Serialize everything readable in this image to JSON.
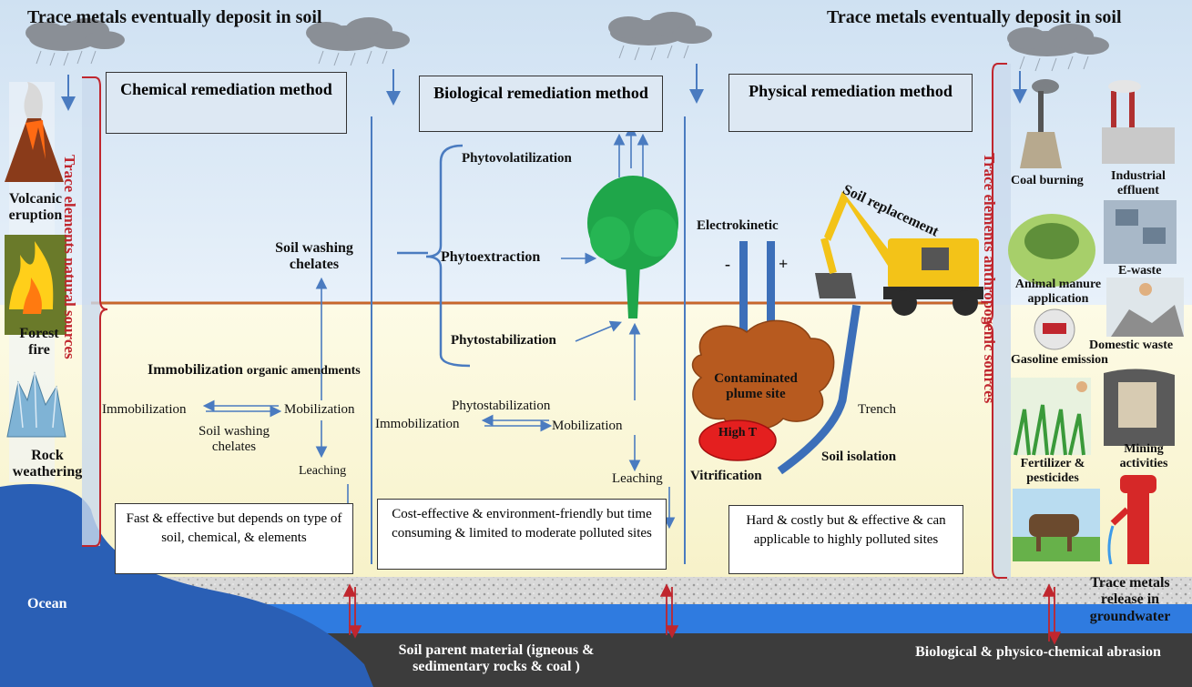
{
  "top": {
    "left_title": "Trace metals eventually deposit in soil",
    "right_title": "Trace metals eventually deposit in soil"
  },
  "methods": {
    "chemical": "Chemical remediation method",
    "biological": "Biological remediation method",
    "physical": "Physical remediation method"
  },
  "natural": {
    "side_label": "Trace elements natural sources",
    "volcanic": "Volcanic eruption",
    "forest": "Forest fire",
    "rock": "Rock weathering"
  },
  "anthropogenic": {
    "side_label": "Trace elements anthropogenic sources",
    "coal": "Coal burning",
    "industrial": "Industrial effluent",
    "manure": "Animal manure application",
    "ewaste": "E-waste",
    "gasoline": "Gasoline emission",
    "domestic": "Domestic waste",
    "fertilizer": "Fertilizer & pesticides",
    "mining": "Mining activities",
    "groundwater": "Trace metals release in groundwater"
  },
  "chemical": {
    "soil_washing_top": "Soil washing chelates",
    "immobilization_title": "Immobilization",
    "organic_amendments": "organic amendments",
    "immobilization": "Immobilization",
    "mobilization": "Mobilization",
    "soil_washing_bottom": "Soil washing chelates",
    "leaching": "Leaching",
    "note": "Fast & effective but depends on type of soil, chemical, & elements"
  },
  "biological": {
    "phytovolatilization": "Phytovolatilization",
    "phytoextraction": "Phytoextraction",
    "phytostabilization": "Phytostabilization",
    "phytostabilization_low": "Phytostabilization",
    "immobilization": "Immobilization",
    "mobilization": "Mobilization",
    "leaching": "Leaching",
    "note": "Cost-effective & environment-friendly but time consuming & limited to moderate polluted sites"
  },
  "physical": {
    "electrokinetic": "Electrokinetic",
    "minus": "-",
    "plus": "+",
    "soil_replacement": "Soil replacement",
    "plume": "Contaminated plume site",
    "high_t": "High T",
    "trench": "Trench",
    "soil_isolation": "Soil isolation",
    "vitrification": "Vitrification",
    "note": "Hard & costly but & effective & can applicable to highly polluted sites"
  },
  "bottom": {
    "ocean": "Ocean",
    "parent_material": "Soil parent material (igneous & sedimentary rocks & coal )",
    "abrasion": "Biological & physico-chemical abrasion"
  }
}
